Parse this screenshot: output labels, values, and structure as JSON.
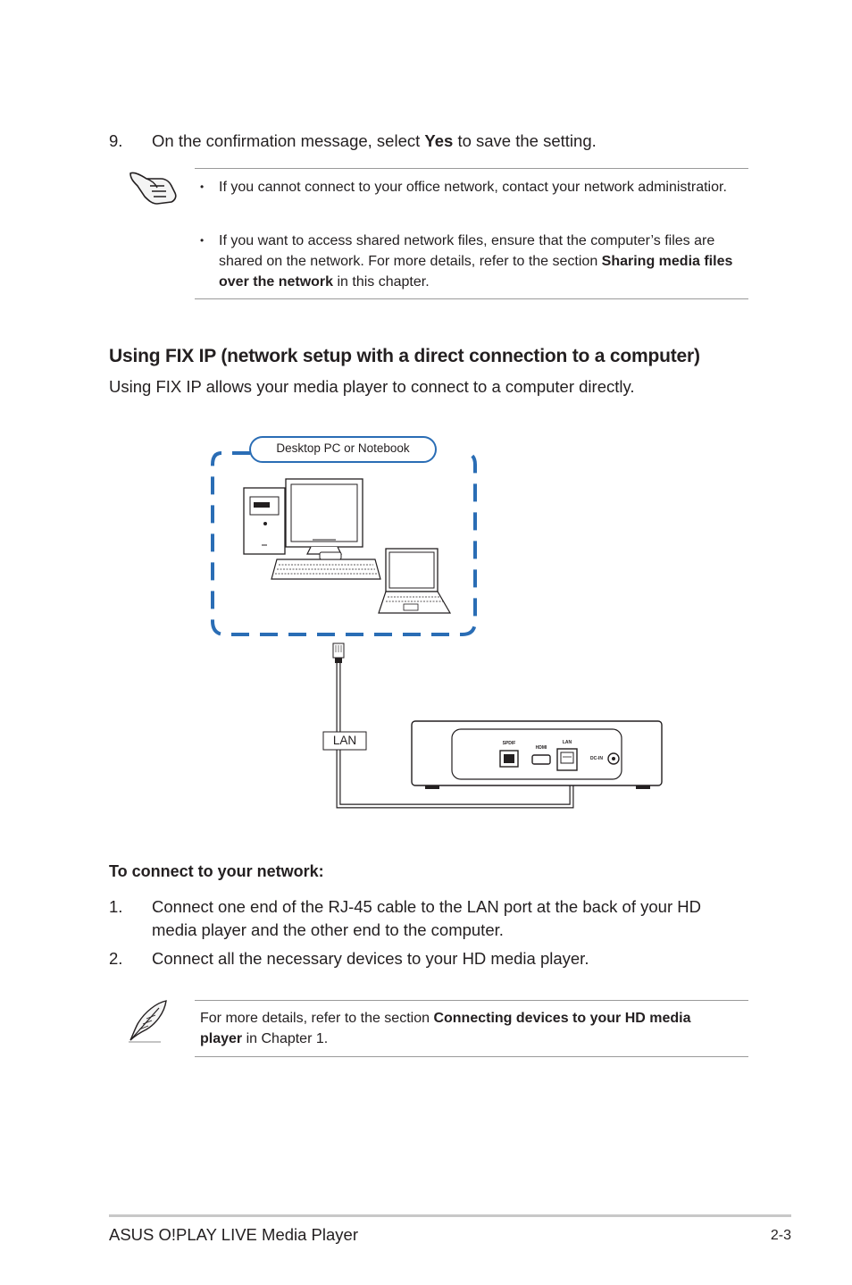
{
  "step9": {
    "number": "9.",
    "text_before": "On the confirmation message, select ",
    "bold": "Yes",
    "text_after": " to save the setting."
  },
  "note1": {
    "icon": "pointing-hand-icon",
    "bullet": "•",
    "item1": "If you cannot connect to your office network, contact your network administratior.",
    "item2_before": "If you want to access shared network files, ensure that the computer’s files are shared on the network. For more details, refer to the section ",
    "item2_bold": "Sharing media files over the network",
    "item2_after": " in this chapter."
  },
  "section": {
    "heading": "Using FIX IP (network setup with a direct connection to a computer)",
    "intro": "Using FIX IP allows your media player to connect to a computer directly."
  },
  "diagram": {
    "pc_label": "Desktop PC or Notebook",
    "lan_label": "LAN",
    "port_spdif": "SPDIF",
    "port_hdmi": "HDMI",
    "port_lan": "LAN",
    "port_dcin": "DC-IN",
    "accent_color": "#2a6db5"
  },
  "connect": {
    "title": "To connect to your network:",
    "steps": [
      {
        "number": "1.",
        "text": "Connect one end of the RJ-45 cable to the LAN port at the back of your HD media player and the other end to the computer."
      },
      {
        "number": "2.",
        "text": "Connect all the necessary devices to your HD media player."
      }
    ]
  },
  "note2": {
    "icon": "feather-pen-icon",
    "text_before": "For more details, refer to the section ",
    "bold": "Connecting devices to your HD media player",
    "text_after": " in Chapter 1."
  },
  "footer": {
    "title": "ASUS O!PLAY LIVE Media Player",
    "page": "2-3"
  }
}
